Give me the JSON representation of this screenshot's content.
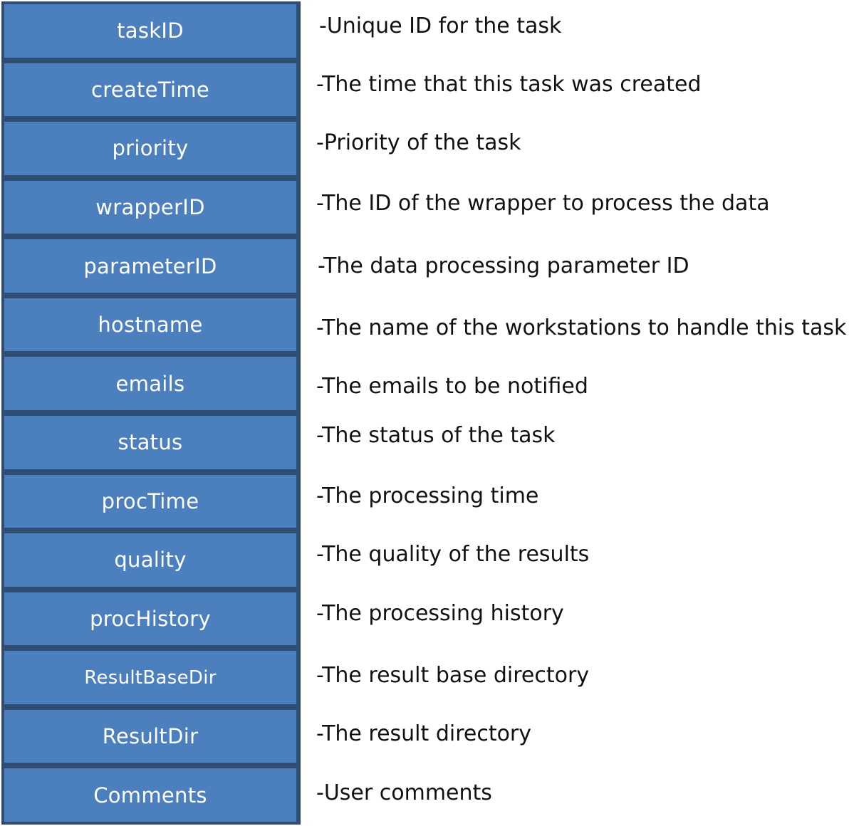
{
  "fields": [
    {
      "name": "taskID",
      "description": "-Unique  ID for the task"
    },
    {
      "name": "createTime",
      "description": "-The time that this task was created"
    },
    {
      "name": "priority",
      "description": "-Priority of the task"
    },
    {
      "name": "wrapperID",
      "description": "-The ID of the wrapper to process the data"
    },
    {
      "name": "parameterID",
      "description": "-The data processing parameter ID"
    },
    {
      "name": "hostname",
      "description": "-The name of the workstations to handle this task"
    },
    {
      "name": "emails",
      "description": "-The emails to be notified"
    },
    {
      "name": "status",
      "description": "-The status of the task"
    },
    {
      "name": "procTime",
      "description": "-The processing time"
    },
    {
      "name": "quality",
      "description": "-The quality of the results"
    },
    {
      "name": "procHistory",
      "description": "-The processing history"
    },
    {
      "name": "ResultBaseDir",
      "description": "-The result base directory"
    },
    {
      "name": "ResultDir",
      "description": "-The result directory"
    },
    {
      "name": "Comments",
      "description": "-User comments"
    }
  ],
  "colors": {
    "cell_fill": "#4c7fbe",
    "cell_border": "#2f4d73",
    "cell_text": "#ffffff",
    "description_text": "#111111"
  }
}
